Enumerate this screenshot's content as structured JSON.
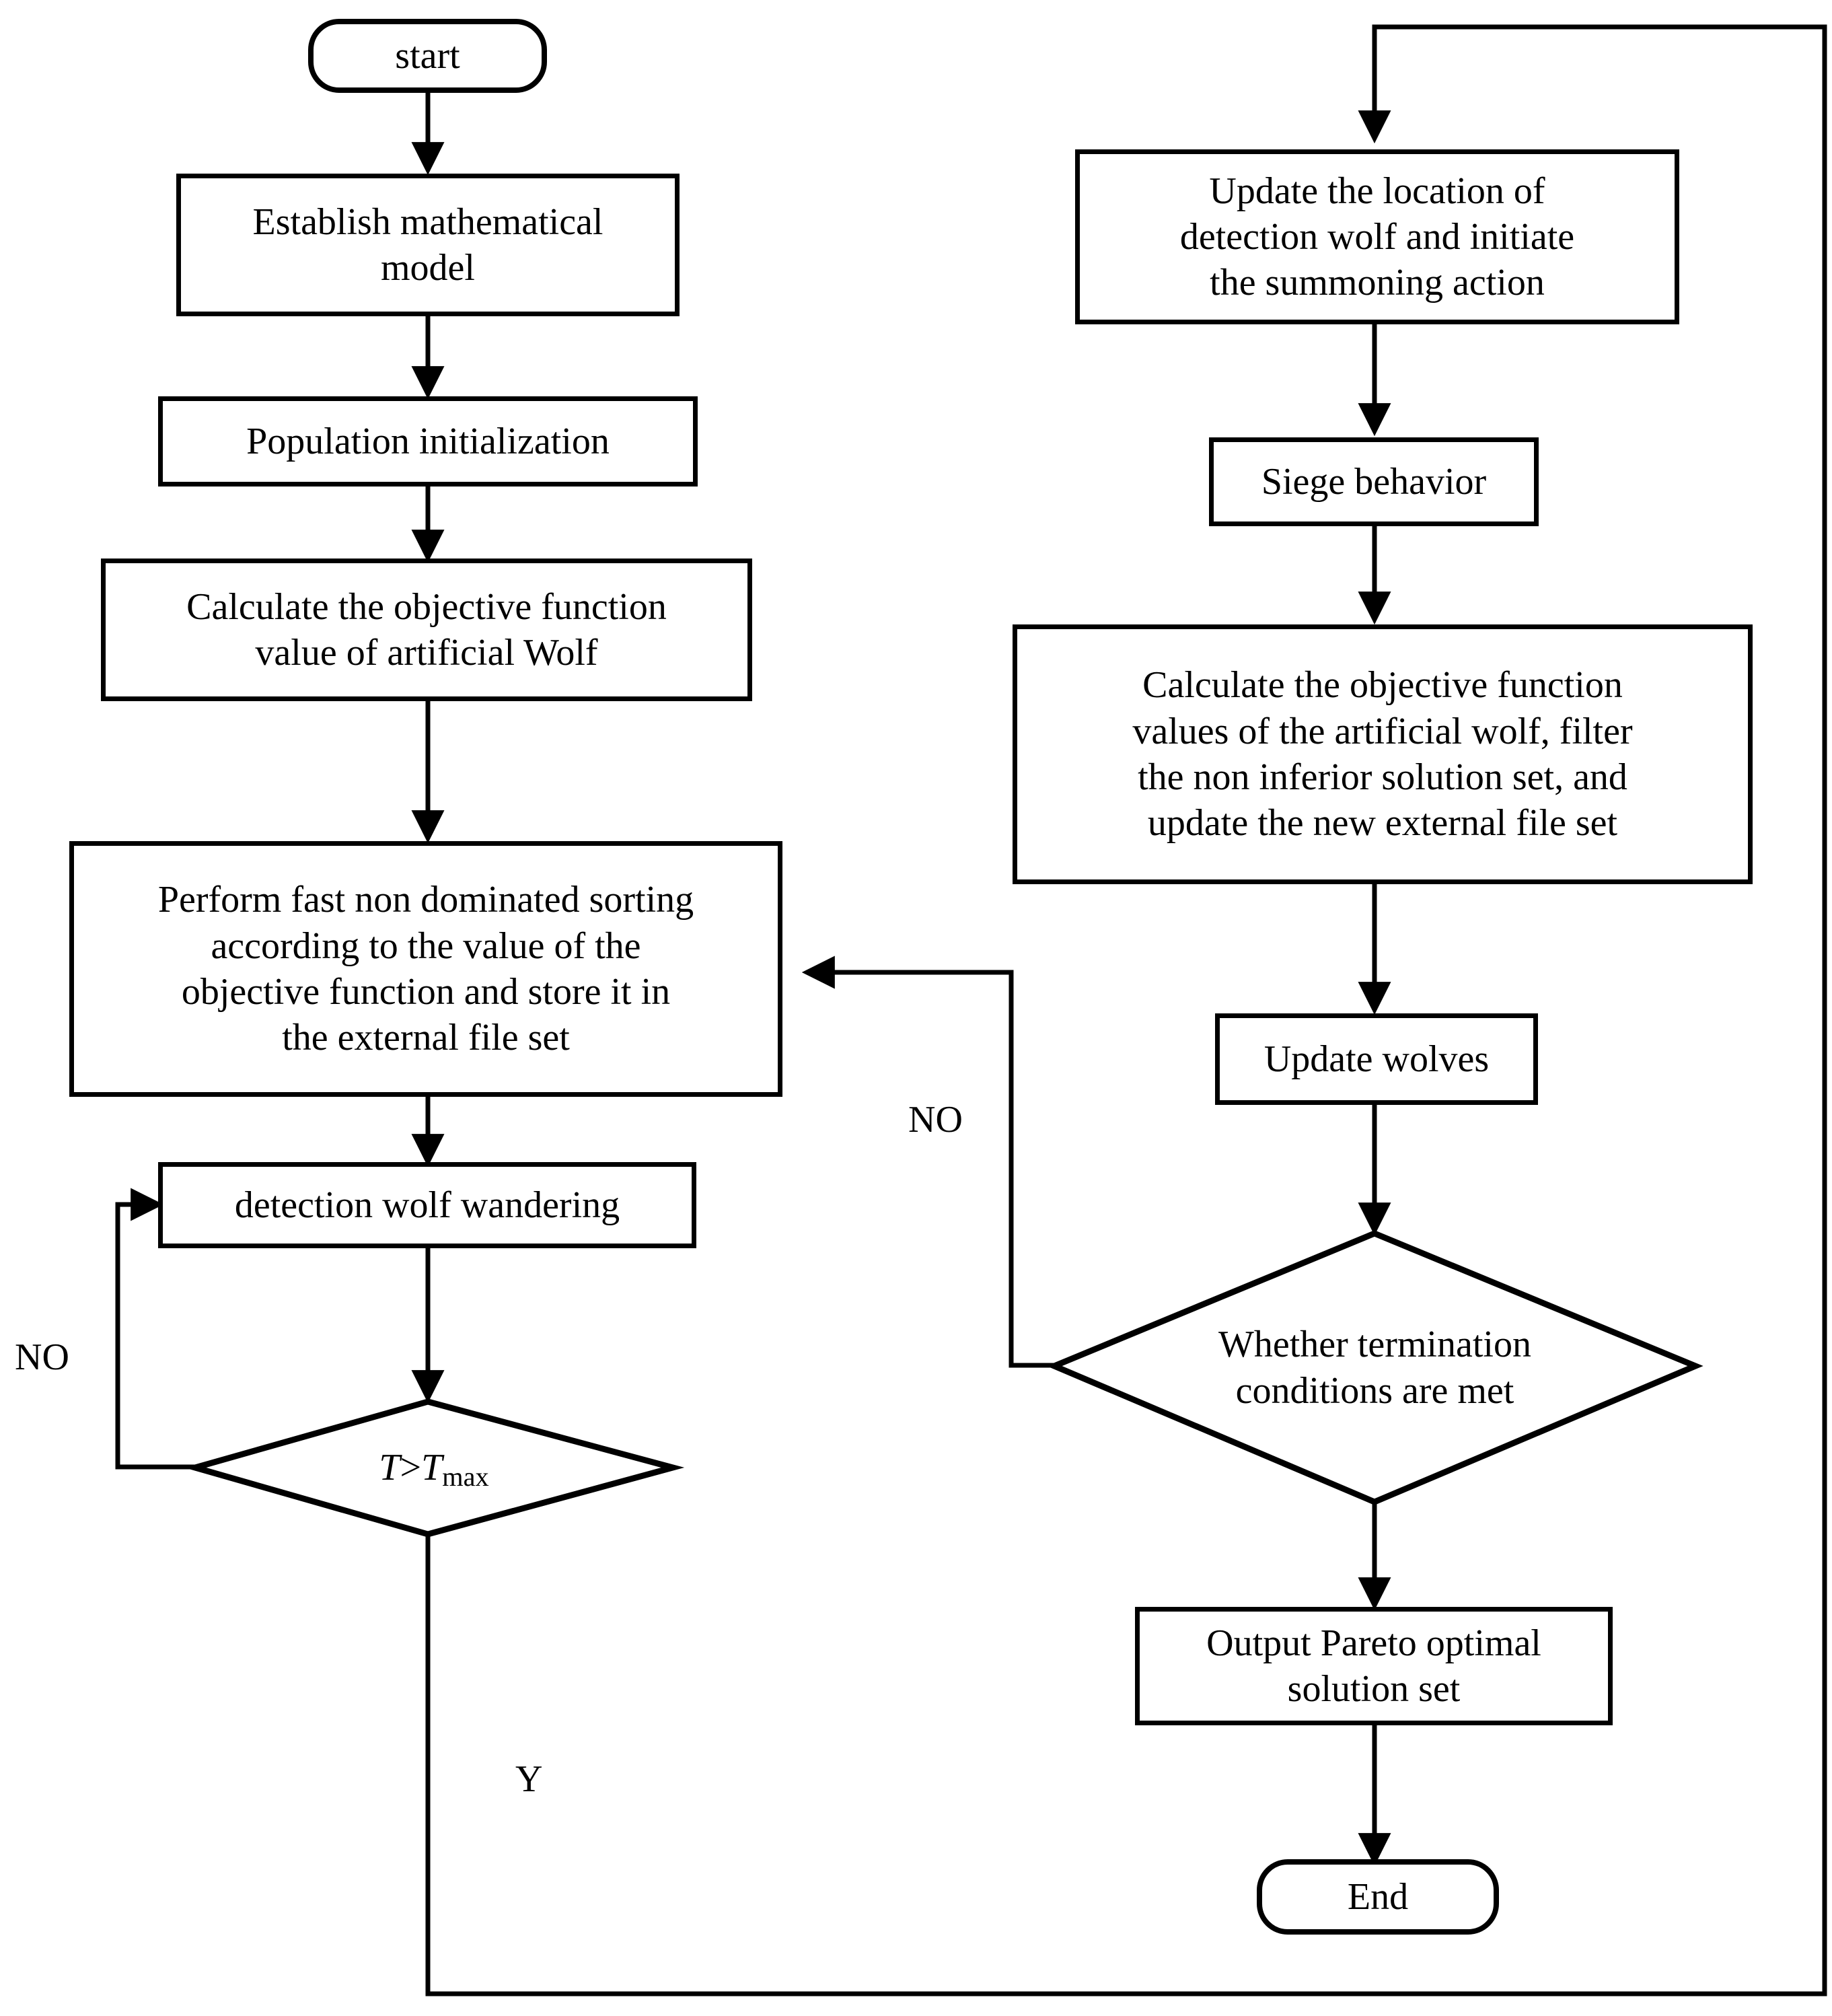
{
  "diagram": {
    "title": "Multi-objective wolf pack algorithm flowchart",
    "background_color": "#ffffff",
    "line_color": "#000000",
    "nodes": {
      "start": {
        "label": "start",
        "shape": "terminator"
      },
      "establish_model": {
        "label": "Establish mathematical\nmodel",
        "shape": "process"
      },
      "population_init": {
        "label": "Population initialization",
        "shape": "process"
      },
      "calc_objective_left": {
        "label": "Calculate the objective function\nvalue of artificial Wolf",
        "shape": "process"
      },
      "non_dominated_sorting": {
        "label": "Perform fast non dominated sorting\naccording to the value of the\nobjective function and store it in\nthe external file set",
        "shape": "process"
      },
      "detection_wolf_wandering": {
        "label": "detection wolf wandering",
        "shape": "process"
      },
      "t_gt_tmax": {
        "label": "T>Tmax",
        "label_parts": {
          "var1": "T",
          "operator": ">",
          "var2": "T",
          "subscript": "max"
        },
        "shape": "decision"
      },
      "update_location": {
        "label": "Update the location of\ndetection wolf  and initiate\nthe summoning action",
        "shape": "process"
      },
      "siege_behavior": {
        "label": "Siege behavior",
        "shape": "process"
      },
      "calc_objective_right": {
        "label": "Calculate the objective function\nvalues of the artificial wolf, filter\nthe non inferior solution set, and\nupdate the new external file set",
        "shape": "process"
      },
      "update_wolves": {
        "label": "Update wolves",
        "shape": "process"
      },
      "termination": {
        "label": "Whether termination\nconditions are met",
        "shape": "decision"
      },
      "output_pareto": {
        "label": "Output Pareto optimal\nsolution set",
        "shape": "process"
      },
      "end": {
        "label": "End",
        "shape": "terminator"
      }
    },
    "edge_labels": {
      "no_left": "NO",
      "no_right": "NO",
      "yes_left": "Y"
    }
  }
}
